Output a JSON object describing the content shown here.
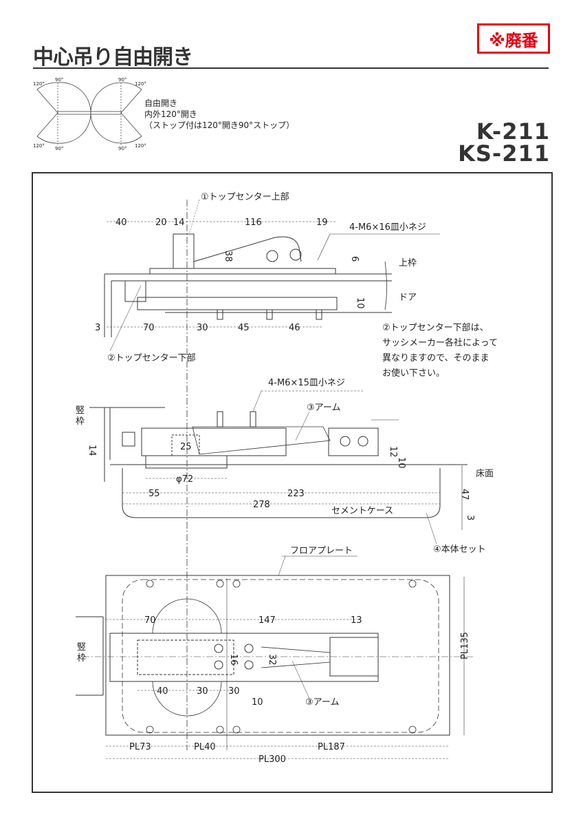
{
  "header": {
    "title": "中心吊り自由開き",
    "badge": "※廃番",
    "badge_color": "#e60012",
    "description": [
      "自由開き",
      "内外120°開き",
      "（ストップ付は120°開き90°ストップ）"
    ],
    "models": [
      "K-211",
      "KS-211"
    ]
  },
  "swing_diagram": {
    "angles": [
      "120°",
      "90°",
      "90°",
      "120°",
      "120°",
      "90°",
      "90°",
      "120°"
    ]
  },
  "top_view": {
    "label_top_center_upper": "①トップセンター上部",
    "label_top_center_lower": "②トップセンター下部",
    "screw_label": "4-M6×16皿小ネジ",
    "frame_label": "上枠",
    "door_label": "ドア",
    "dims_top": [
      "40",
      "20",
      "14",
      "116",
      "19"
    ],
    "dim_38": "38",
    "dim_6": "6",
    "dim_10": "10",
    "dims_bottom": [
      "3",
      "70",
      "30",
      "45",
      "46"
    ],
    "note": [
      "②トップセンター下部は、",
      "サッシメーカー各社によって",
      "異なりますので、そのまま",
      "お使い下さい。"
    ]
  },
  "side_view": {
    "screw_label": "4-M6×15皿小ネジ",
    "arm_label": "③アーム",
    "jamb_label": "竪枠",
    "floor_label": "床面",
    "cement_case_label": "セメントケース",
    "body_label": "④本体セット",
    "dims": {
      "d14": "14",
      "d25": "25",
      "d12": "12",
      "d10": "10",
      "phi72": "φ72",
      "d55": "55",
      "d223": "223",
      "d278": "278",
      "d47": "47",
      "d3": "3"
    }
  },
  "plan_view": {
    "floor_plate_label": "フロアプレート",
    "jamb_label": "竪枠",
    "arm_label": "③アーム",
    "dims_top": [
      "70",
      "147",
      "13"
    ],
    "dims_inner": [
      "16",
      "32"
    ],
    "dims_bottom": [
      "40",
      "30",
      "30",
      "10"
    ],
    "dims_plate": [
      "PL73",
      "PL40",
      "PL187"
    ],
    "dim_total": "PL300",
    "dim_height": "PL135"
  }
}
